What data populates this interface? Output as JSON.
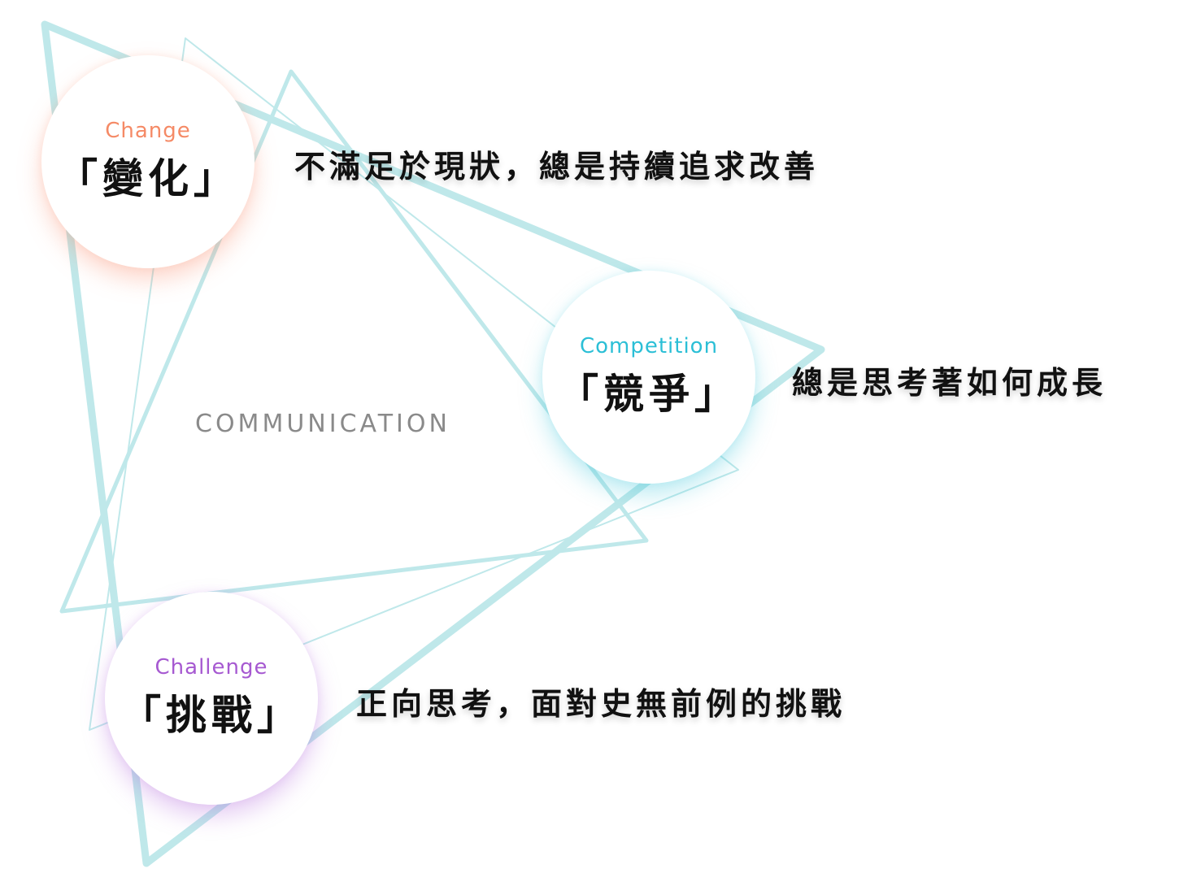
{
  "center_label": "COMMUNICATION",
  "nodes": [
    {
      "en": "Change",
      "zh": "「變化」",
      "description": "不滿足於現狀，總是持續追求改善",
      "accent": "#f58a66"
    },
    {
      "en": "Competition",
      "zh": "「競爭」",
      "description": "總是思考著如何成長",
      "accent": "#2bbfd6"
    },
    {
      "en": "Challenge",
      "zh": "「挑戰」",
      "description": "正向思考，面對史無前例的挑戰",
      "accent": "#a659d1"
    }
  ],
  "line_color": "#bfe8ea"
}
